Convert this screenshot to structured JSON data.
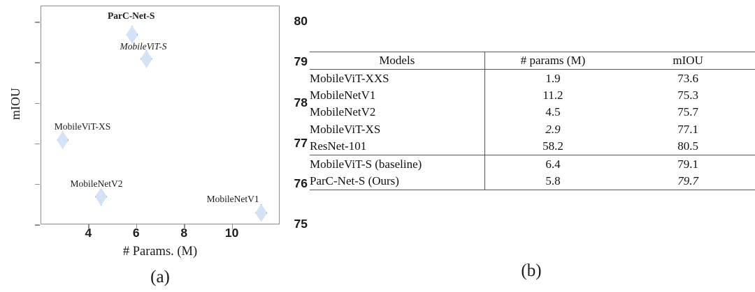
{
  "figure": {
    "panel_a_caption": "(a)",
    "panel_b_caption": "(b)"
  },
  "chart_data": {
    "type": "scatter",
    "title": "",
    "xlabel": "# Params. (M)",
    "ylabel": "mIOU",
    "xlim": [
      2.0,
      12.0
    ],
    "ylim": [
      75.0,
      80.4
    ],
    "xticks": [
      4,
      6,
      8,
      10
    ],
    "yticks": [
      75,
      76,
      77,
      78,
      79,
      80
    ],
    "grid": false,
    "legend": "none",
    "marker": "diamond",
    "marker_fill": "#d4e2f5",
    "marker_edge": "#7ba3d6",
    "points": [
      {
        "label": "ParC-Net-S",
        "x": 5.8,
        "y": 79.7,
        "style": "bold"
      },
      {
        "label": "MobileViT-S",
        "x": 6.4,
        "y": 79.1,
        "style": "italic"
      },
      {
        "label": "MobileViT-XS",
        "x": 2.9,
        "y": 77.1,
        "style": "normal"
      },
      {
        "label": "MobileNetV2",
        "x": 4.5,
        "y": 75.7,
        "style": "normal"
      },
      {
        "label": "MobileNetV1",
        "x": 11.2,
        "y": 75.3,
        "style": "normal"
      }
    ]
  },
  "table": {
    "columns": [
      "Models",
      "# params (M)",
      "mIOU"
    ],
    "groups": [
      {
        "rows": [
          {
            "model": "MobileViT-XXS",
            "params": "1.9",
            "params_style": "bold",
            "miou": "73.6",
            "miou_style": "normal"
          },
          {
            "model": "MobileNetV1",
            "params": "11.2",
            "params_style": "normal",
            "miou": "75.3",
            "miou_style": "normal"
          },
          {
            "model": "MobileNetV2",
            "params": "4.5",
            "params_style": "normal",
            "miou": "75.7",
            "miou_style": "normal"
          },
          {
            "model": "MobileViT-XS",
            "params": "2.9",
            "params_style": "italic",
            "miou": "77.1",
            "miou_style": "normal"
          },
          {
            "model": "ResNet-101",
            "params": "58.2",
            "params_style": "normal",
            "miou": "80.5",
            "miou_style": "bold"
          }
        ]
      },
      {
        "rows": [
          {
            "model": "MobileViT-S (baseline)",
            "params": "6.4",
            "params_style": "normal",
            "miou": "79.1",
            "miou_style": "normal"
          },
          {
            "model": "ParC-Net-S (Ours)",
            "params": "5.8",
            "params_style": "normal",
            "miou": "79.7",
            "miou_style": "italic"
          }
        ]
      }
    ]
  }
}
